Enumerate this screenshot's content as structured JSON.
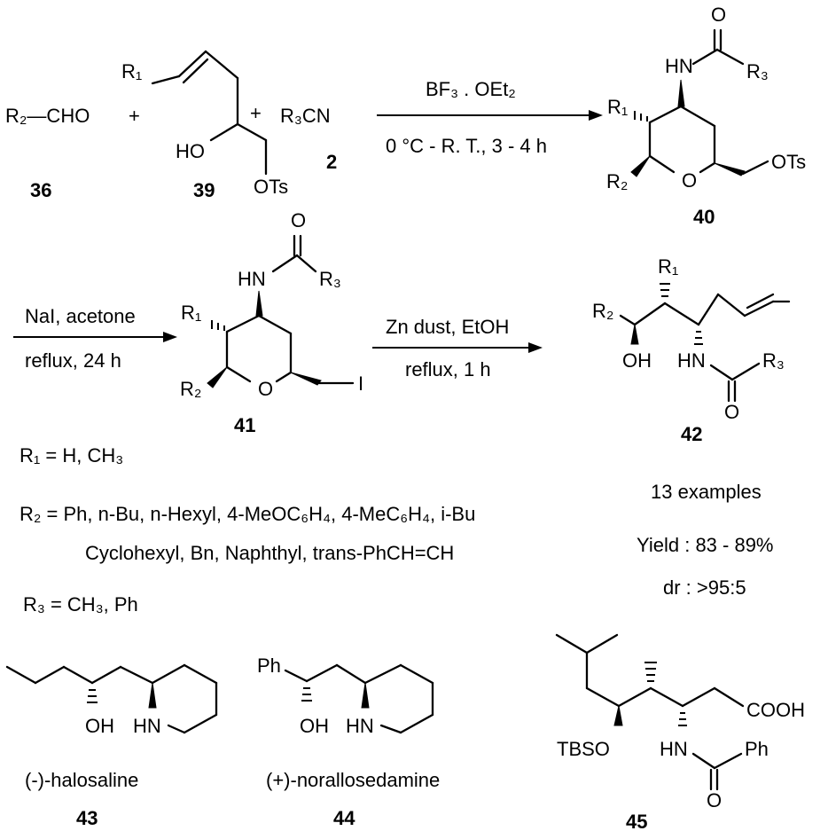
{
  "reaction_step1": {
    "reagent_36": "R₂—CHO",
    "plus_1": "+",
    "plus_2": "+",
    "reagent_2": "R₃CN",
    "label_36": "36",
    "label_39": "39",
    "label_2": "2",
    "compound_39": {
      "r1": "R₁",
      "ho": "HO",
      "ots": "OTs"
    },
    "conditions_top": "BF₃ . OEt₂",
    "conditions_bottom": "0 °C - R. T., 3 - 4 h"
  },
  "compound_40": {
    "label": "40",
    "o_carbonyl": "O",
    "hn": "HN",
    "r3": "R₃",
    "r1": "R₁",
    "r2": "R₂",
    "o_ring": "O",
    "ots": "OTs"
  },
  "reaction_step2": {
    "conditions_top": "NaI, acetone",
    "conditions_bottom": "reflux, 24 h"
  },
  "compound_41": {
    "label": "41",
    "o_carbonyl": "O",
    "hn": "HN",
    "r3": "R₃",
    "r1": "R₁",
    "r2": "R₂",
    "o_ring": "O",
    "iodo": "I"
  },
  "reaction_step3": {
    "conditions_top": "Zn dust, EtOH",
    "conditions_bottom": "reflux, 1 h"
  },
  "compound_42": {
    "label": "42",
    "r1": "R₁",
    "r2": "R₂",
    "oh": "OH",
    "hn": "HN",
    "r3": "R₃",
    "o_carbonyl": "O"
  },
  "substituents": {
    "r1": "R₁ = H, CH₃",
    "r2_line1": "R₂ = Ph, n-Bu, n-Hexyl, 4-MeOC₆H₄, 4-MeC₆H₄, i-Bu",
    "r2_line2": "Cyclohexyl, Bn, Naphthyl, trans-PhCH=CH",
    "r3": "R₃ = CH₃, Ph"
  },
  "results": {
    "examples": "13  examples",
    "yield": "Yield : 83 - 89%",
    "dr": "dr :  >95:5"
  },
  "compound_43": {
    "name": "(-)-halosaline",
    "label": "43",
    "oh": "OH",
    "hn": "HN"
  },
  "compound_44": {
    "name": "(+)-norallosedamine",
    "label": "44",
    "ph": "Ph",
    "oh": "OH",
    "hn": "HN"
  },
  "compound_45": {
    "label": "45",
    "tbso": "TBSO",
    "hn": "HN",
    "ph": "Ph",
    "cooh": "COOH",
    "o_carbonyl": "O"
  }
}
